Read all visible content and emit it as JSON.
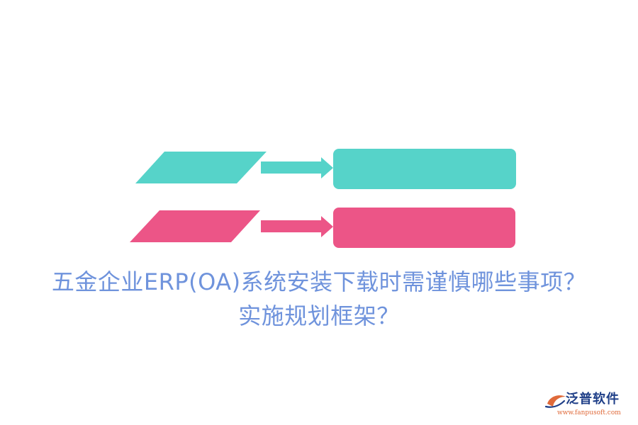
{
  "title": {
    "line1": "五金企业ERP(OA)系统安装下载时需谨慎哪些事项？",
    "line2": "实施规划框架？"
  },
  "diagram": {
    "rows": [
      {
        "color": "#56d3c9",
        "text": ""
      },
      {
        "color": "#ec5587",
        "text": ""
      }
    ]
  },
  "logo": {
    "name": "泛普软件",
    "url": "www.fanpusoft.com",
    "mark_color": "#e06a3a",
    "text_color": "#1f3f88"
  }
}
